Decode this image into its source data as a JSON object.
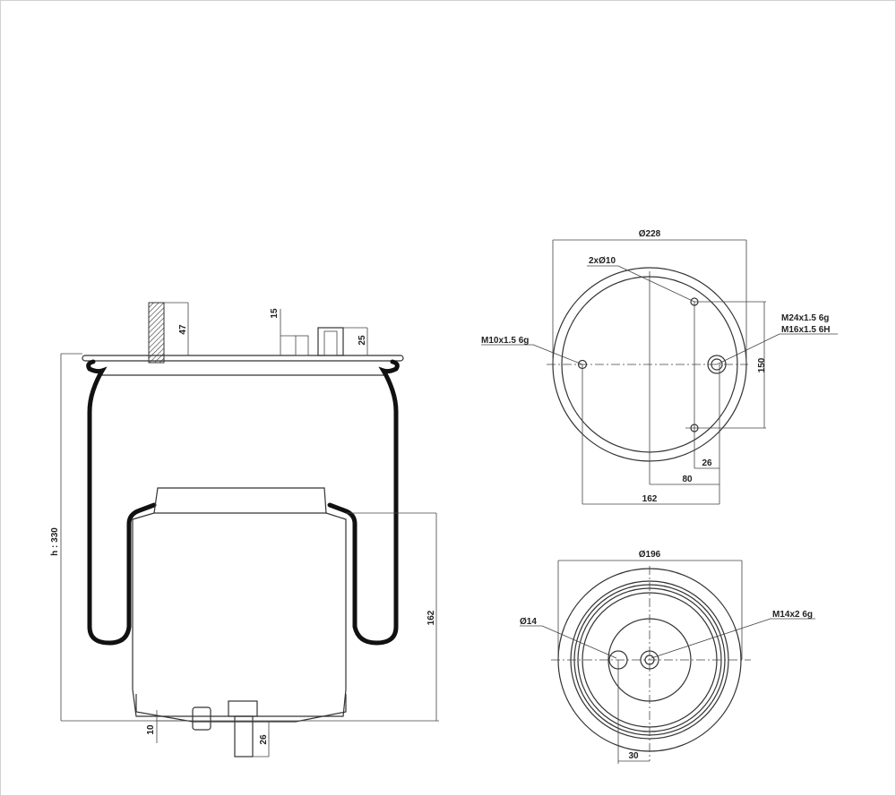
{
  "side_view": {
    "height_label": "h : 330",
    "piston_height": "162",
    "stud_length": "47",
    "offset_15": "15",
    "fitting_height": "25",
    "bottom_offset": "10",
    "bottom_stud_length": "26"
  },
  "top_view": {
    "diameter": "Ø228",
    "holes": "2xØ10",
    "left_thread": "M10x1.5 6g",
    "air_fitting_thread_1": "M24x1.5 6g",
    "air_fitting_thread_2": "M16x1.5 6H",
    "hole_spacing": "150",
    "dim_26": "26",
    "dim_80": "80",
    "dim_162": "162"
  },
  "bottom_view": {
    "diameter": "Ø196",
    "hole": "Ø14",
    "thread": "M14x2 6g",
    "hole_offset": "30"
  }
}
